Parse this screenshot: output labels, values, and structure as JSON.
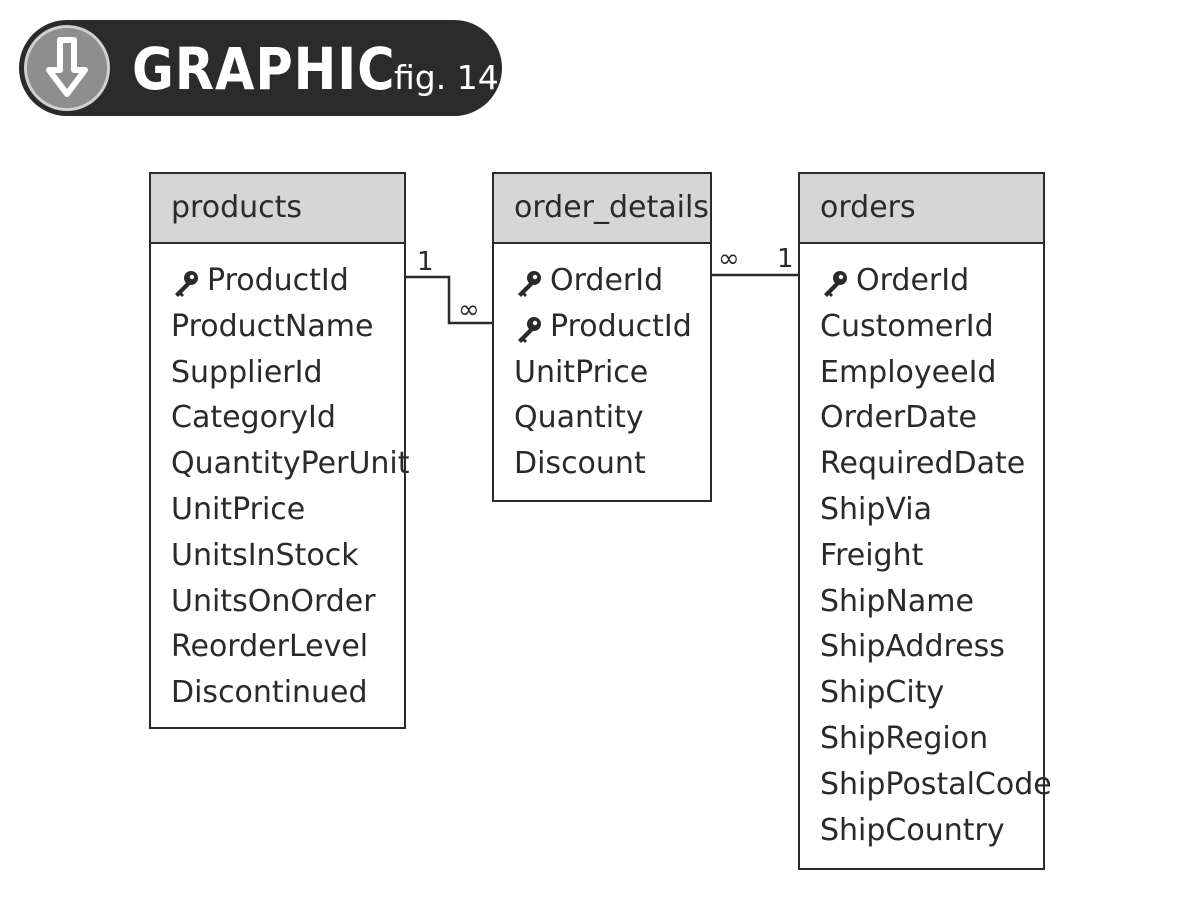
{
  "header": {
    "title": "GRAPHIC",
    "figure_label": "fig. 14",
    "icon": "arrow-down-circle-icon"
  },
  "tables": [
    {
      "name": "products",
      "fields": [
        {
          "name": "ProductId",
          "primary_key": true
        },
        {
          "name": "ProductName",
          "primary_key": false
        },
        {
          "name": "SupplierId",
          "primary_key": false
        },
        {
          "name": "CategoryId",
          "primary_key": false
        },
        {
          "name": "QuantityPerUnit",
          "primary_key": false
        },
        {
          "name": "UnitPrice",
          "primary_key": false
        },
        {
          "name": "UnitsInStock",
          "primary_key": false
        },
        {
          "name": "UnitsOnOrder",
          "primary_key": false
        },
        {
          "name": "ReorderLevel",
          "primary_key": false
        },
        {
          "name": "Discontinued",
          "primary_key": false
        }
      ]
    },
    {
      "name": "order_details",
      "fields": [
        {
          "name": "OrderId",
          "primary_key": true
        },
        {
          "name": "ProductId",
          "primary_key": true
        },
        {
          "name": "UnitPrice",
          "primary_key": false
        },
        {
          "name": "Quantity",
          "primary_key": false
        },
        {
          "name": "Discount",
          "primary_key": false
        }
      ]
    },
    {
      "name": "orders",
      "fields": [
        {
          "name": "OrderId",
          "primary_key": true
        },
        {
          "name": "CustomerId",
          "primary_key": false
        },
        {
          "name": "EmployeeId",
          "primary_key": false
        },
        {
          "name": "OrderDate",
          "primary_key": false
        },
        {
          "name": "RequiredDate",
          "primary_key": false
        },
        {
          "name": "ShipVia",
          "primary_key": false
        },
        {
          "name": "Freight",
          "primary_key": false
        },
        {
          "name": "ShipName",
          "primary_key": false
        },
        {
          "name": "ShipAddress",
          "primary_key": false
        },
        {
          "name": "ShipCity",
          "primary_key": false
        },
        {
          "name": "ShipRegion",
          "primary_key": false
        },
        {
          "name": "ShipPostalCode",
          "primary_key": false
        },
        {
          "name": "ShipCountry",
          "primary_key": false
        }
      ]
    }
  ],
  "relationships": [
    {
      "from": "products",
      "to": "order_details",
      "from_cardinality": "1",
      "to_cardinality": "∞"
    },
    {
      "from": "orders",
      "to": "order_details",
      "from_cardinality": "1",
      "to_cardinality": "∞"
    }
  ],
  "colors": {
    "banner": "#2b2b2b",
    "table_header": "#d6d6d6",
    "border": "#2a2a2a"
  }
}
